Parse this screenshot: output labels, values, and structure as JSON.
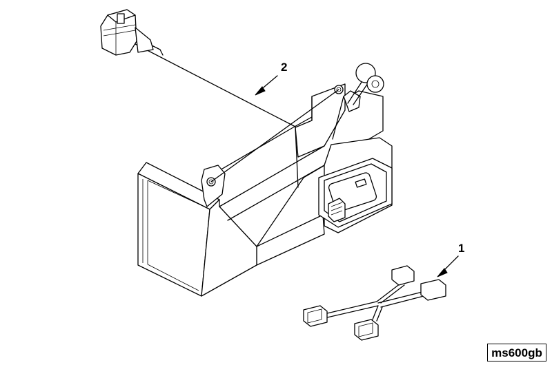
{
  "callouts": {
    "harness_long": "2",
    "harness_y": "1"
  },
  "figure_id": "ms600gb",
  "icons": {
    "bracket": "mounting-bracket-icon",
    "plug": "connector-plug-icon"
  }
}
